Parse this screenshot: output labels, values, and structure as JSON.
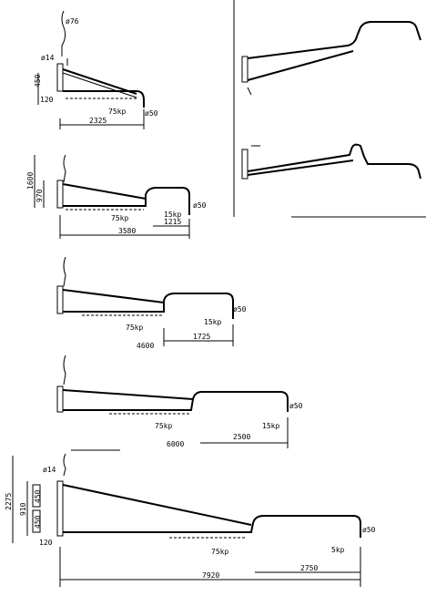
{
  "fig1": {
    "d_top": "ø76",
    "d_rail": "ø14",
    "h1": "450",
    "h2": "120",
    "load": "75kp",
    "d_end": "ø50",
    "span": "2325"
  },
  "fig2": {
    "height": "1600",
    "h": "970",
    "load": "75kp",
    "load2": "15kp",
    "d_end": "ø50",
    "seg": "1215",
    "span": "3580"
  },
  "fig3": {
    "load": "75kp",
    "load2": "15kp",
    "d_end": "ø50",
    "seg": "1725",
    "span": "4600"
  },
  "fig4": {
    "load": "75kp",
    "load2": "15kp",
    "d_end": "ø50",
    "seg": "2500",
    "span": "6000"
  },
  "fig5": {
    "height": "2275",
    "h": "910",
    "h1": "450",
    "h2": "450",
    "d_rail": "ø14",
    "h3": "120",
    "load": "75kp",
    "d_end": "ø50",
    "load2": "5kp",
    "seg": "2750",
    "span": "7920"
  }
}
